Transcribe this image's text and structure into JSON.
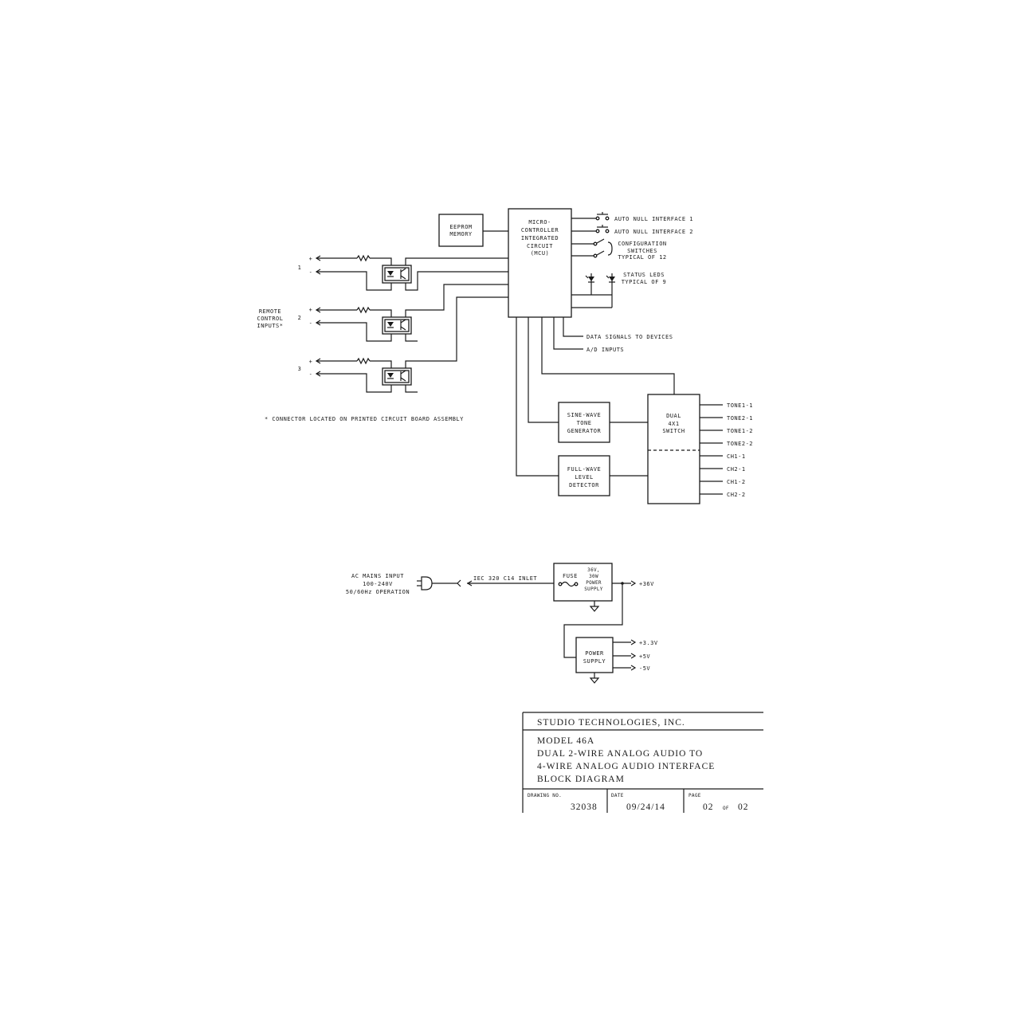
{
  "blocks": {
    "eeprom": [
      "EEPROM",
      "MEMORY"
    ],
    "mcu": [
      "MICRO-",
      "CONTROLLER",
      "INTEGRATED",
      "CIRCUIT",
      "(MCU)"
    ],
    "sine": [
      "SINE-WAVE",
      "TONE",
      "GENERATOR"
    ],
    "fullwave": [
      "FULL-WAVE",
      "LEVEL",
      "DETECTOR"
    ],
    "switch": [
      "DUAL",
      "4X1",
      "SWITCH"
    ],
    "psu36": [
      "36V,",
      "30W",
      "POWER",
      "SUPPLY"
    ],
    "fuse": "FUSE",
    "psu2": [
      "POWER",
      "SUPPLY"
    ]
  },
  "mcu_outputs": {
    "auto_null_1": "AUTO NULL INTERFACE 1",
    "auto_null_2": "AUTO NULL INTERFACE 2",
    "config_switches": [
      "CONFIGURATION",
      "SWITCHES",
      "TYPICAL OF 12"
    ],
    "status_leds": [
      "STATUS LEDS",
      "TYPICAL OF 9"
    ],
    "data_signals": "DATA SIGNALS TO DEVICES",
    "ad_inputs": "A/D INPUTS"
  },
  "remote_inputs": {
    "label": [
      "REMOTE",
      "CONTROL",
      "INPUTS*"
    ],
    "channels": [
      "1",
      "2",
      "3"
    ],
    "plus": "+",
    "minus": "-",
    "footnote": "* CONNECTOR LOCATED ON PRINTED CIRCUIT BOARD ASSEMBLY"
  },
  "switch_outputs": [
    "TONE1-1",
    "TONE2-1",
    "TONE1-2",
    "TONE2-2",
    "CH1-1",
    "CH2-1",
    "CH1-2",
    "CH2-2"
  ],
  "power": {
    "ac_input": [
      "AC MAINS INPUT",
      "100-240V",
      "50/60Hz OPERATION"
    ],
    "inlet": "IEC 320 C14 INLET",
    "v36": "+36V",
    "v33": "+3.3V",
    "v5p": "+5V",
    "v5n": "-5V"
  },
  "title_block": {
    "company": "STUDIO TECHNOLOGIES, INC.",
    "title_lines": [
      "MODEL 46A",
      "DUAL 2-WIRE ANALOG AUDIO TO",
      "4-WIRE ANALOG AUDIO INTERFACE",
      "BLOCK DIAGRAM"
    ],
    "drawing_no_label": "DRAWING NO.",
    "drawing_no": "32038",
    "date_label": "DATE",
    "date": "09/24/14",
    "page_label": "PAGE",
    "page": "02",
    "of_label": "OF",
    "page_total": "02"
  }
}
